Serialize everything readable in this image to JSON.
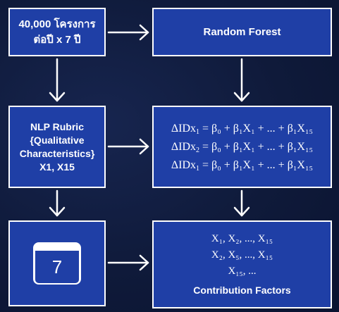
{
  "nodes": {
    "projects": {
      "line1": "40,000 โครงการ",
      "line2": "ต่อปี  x 7 ปี"
    },
    "random_forest": {
      "label": "Random Forest"
    },
    "nlp": {
      "line1": "NLP Rubric",
      "line2": "{Qualitative",
      "line3": "Characteristics}",
      "line4": "X1, X15"
    },
    "equations": {
      "lines": [
        {
          "lhs_pre": "ΔIDx",
          "lhs_sub": "1",
          "rhs": "= β₀ + β₁X₁ + ... + β₁X₁₅"
        },
        {
          "lhs_pre": "ΔIDx",
          "lhs_sub": "2",
          "rhs": "= β₀ + β₁X₁ + ... + β₁X₁₅"
        },
        {
          "lhs_pre": "ΔIDx",
          "lhs_sub": "1",
          "rhs": "= β₀ + β₁X₁ + ... + β₁X₁₅"
        }
      ]
    },
    "calendar": {
      "number": "7",
      "icon": "calendar-icon"
    },
    "factors": {
      "lines": [
        "X₁, X₂, ..., X₁₅",
        "X₂, X₅, ..., X₁₅",
        "X₁₅,     ..."
      ],
      "title": "Contribution Factors"
    }
  },
  "colors": {
    "box_fill": "#1f3fa6",
    "border": "#ffffff",
    "background": "#0f1a3a"
  }
}
